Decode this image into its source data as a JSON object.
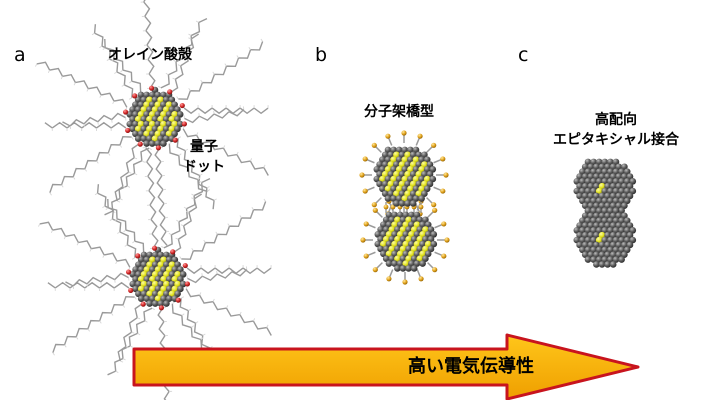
{
  "panels": {
    "a": {
      "letter": "a",
      "ligand_label": "オレイン酸殻",
      "dot_label_line1": "量子",
      "dot_label_line2": "ドット"
    },
    "b": {
      "letter": "b",
      "title": "分子架橋型"
    },
    "c": {
      "letter": "c",
      "title_line1": "高配向",
      "title_line2": "エピタキシャル接合"
    }
  },
  "arrow": {
    "label": "高い電気伝導性"
  },
  "colors": {
    "atom_dark": "#5a5a5a",
    "atom_yellow": "#e8e82a",
    "ligand_gray": "#9a9a9a",
    "oxygen_red": "#d83030",
    "sulfur_orange": "#e0a020",
    "arrow_fill": "#f5b800",
    "arrow_border": "#c8141e"
  }
}
